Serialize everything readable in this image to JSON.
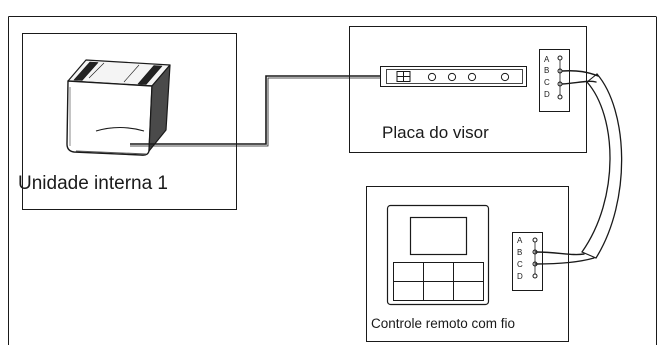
{
  "indoor_unit": {
    "label": "Unidade interna 1"
  },
  "display_board": {
    "label": "Placa do visor"
  },
  "wired_remote": {
    "label": "Controle remoto com fio"
  },
  "terminal_labels": [
    "A",
    "B",
    "C",
    "D"
  ],
  "colors": {
    "line": "#1a1a1a",
    "background": "#ffffff"
  }
}
